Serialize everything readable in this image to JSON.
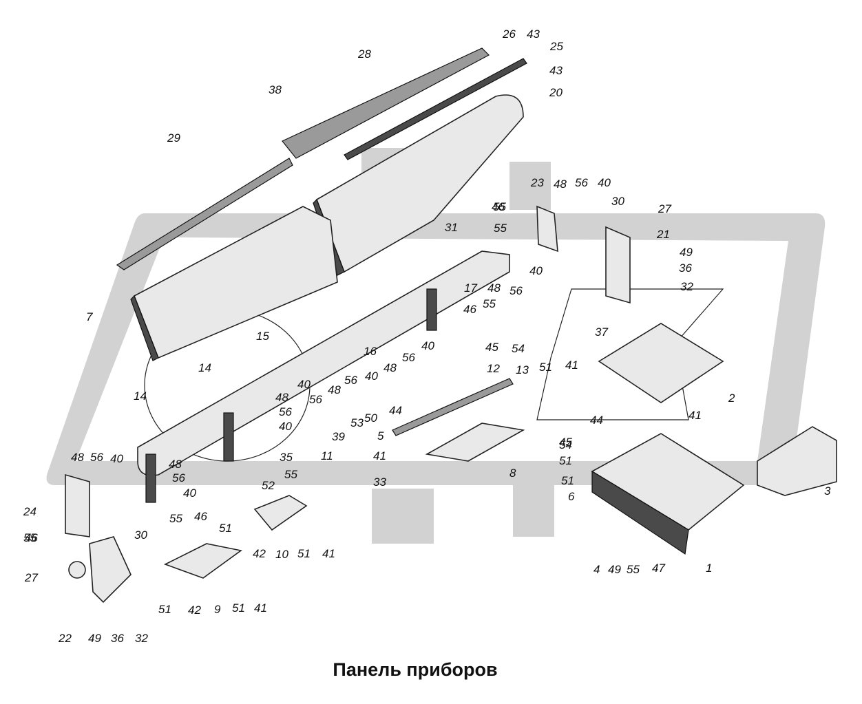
{
  "title": "Панель приборов",
  "watermark_color": "#cfcfcf",
  "callouts": [
    "1",
    "2",
    "3",
    "4",
    "5",
    "6",
    "7",
    "8",
    "9",
    "10",
    "11",
    "12",
    "13",
    "14",
    "15",
    "16",
    "17",
    "20",
    "21",
    "22",
    "23",
    "24",
    "25",
    "26",
    "27",
    "28",
    "29",
    "30",
    "31",
    "32",
    "33",
    "35",
    "36",
    "37",
    "38",
    "39",
    "40",
    "41",
    "42",
    "43",
    "44",
    "45",
    "46",
    "47",
    "48",
    "49",
    "50",
    "51",
    "52",
    "53",
    "54",
    "55",
    "56"
  ]
}
